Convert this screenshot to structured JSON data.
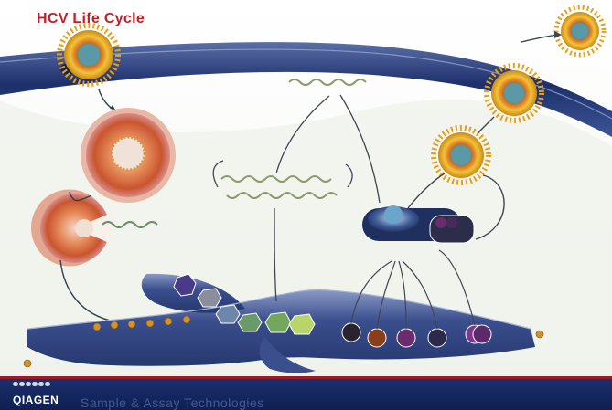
{
  "title": "HCV Life Cycle",
  "footer": {
    "logo_text": "QIAGEN",
    "tagline": "Sample & Assay Technologies"
  }
}
